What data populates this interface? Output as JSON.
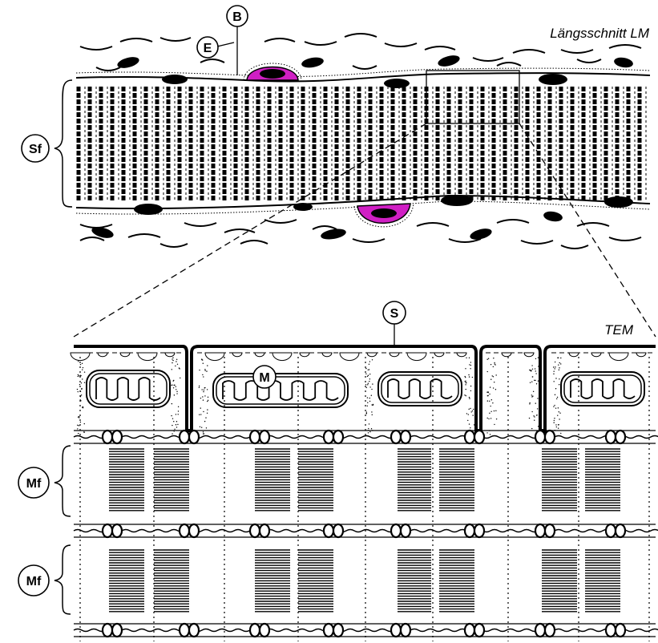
{
  "titles": {
    "lm": "Längsschnitt LM",
    "tem": "TEM"
  },
  "labels": {
    "B": "B",
    "E": "E",
    "Sf": "Sf",
    "S": "S",
    "M": "M",
    "Mf_top": "Mf",
    "Mf_bottom": "Mf"
  },
  "colors": {
    "capillary": "#d01fc4",
    "ink": "#000000",
    "background": "#ffffff"
  }
}
